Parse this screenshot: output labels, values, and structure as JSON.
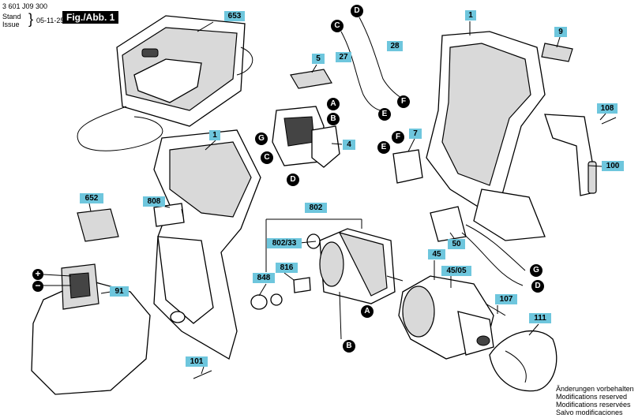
{
  "header": {
    "doc_number": "3 601 J09 300",
    "stand_label": "Stand",
    "issue_label": "Issue",
    "date": "05-11-25",
    "figure_label": "Fig./Abb. 1"
  },
  "part_labels": {
    "p653": "653",
    "p5": "5",
    "p27": "27",
    "p28": "28",
    "p1_top": "1",
    "p9": "9",
    "p108": "108",
    "p100": "100",
    "p4": "4",
    "p7": "7",
    "p1_left": "1",
    "p808": "808",
    "p802": "802",
    "p802_33": "802/33",
    "p848": "848",
    "p816": "816",
    "p652": "652",
    "p91": "91",
    "p50": "50",
    "p45": "45",
    "p45_05": "45/05",
    "p107": "107",
    "p111": "111",
    "p101": "101"
  },
  "connectors": {
    "D_top": "D",
    "C_top": "C",
    "E_top": "E",
    "F_top": "F",
    "A_switch": "A",
    "B_switch": "B",
    "G_switch": "G",
    "C_switch": "C",
    "D_switch": "D",
    "F_mid": "F",
    "E_mid": "E",
    "G_right": "G",
    "D_right": "D",
    "A_motor": "A",
    "B_motor": "B"
  },
  "polarity": {
    "plus": "+",
    "minus": "−"
  },
  "notes": [
    "Änderungen vorbehalten",
    "Modifications reserved",
    "Modifications reservées",
    "Salvo modificaciones"
  ]
}
